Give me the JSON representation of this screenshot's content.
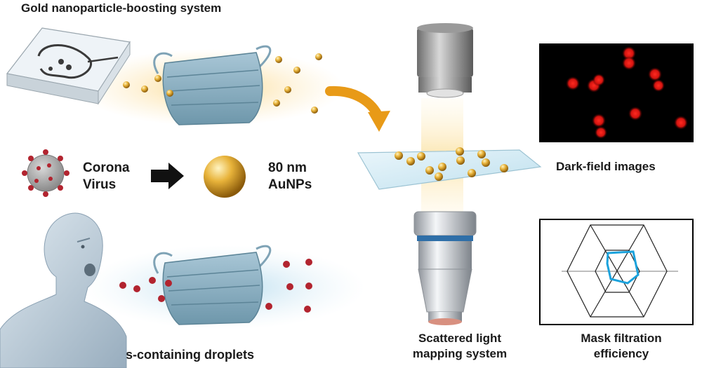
{
  "labels": {
    "top_title": "Gold nanoparticle-boosting system",
    "corona_line1": "Corona",
    "corona_line2": "Virus",
    "aunp_line1": "80 nm",
    "aunp_line2": "AuNPs",
    "droplets": "Corona virus-containing droplets",
    "scatter_line1": "Scattered light",
    "scatter_line2": "mapping system",
    "darkfield": "Dark-field images",
    "mask_line1": "Mask filtration",
    "mask_line2": "efficiency"
  },
  "icons": {
    "chip": "microfluidic-chip-icon",
    "mask": "face-mask-icon",
    "virus": "coronavirus-icon",
    "nanoparticle": "gold-nanoparticle-icon",
    "head": "human-head-icon",
    "objective": "microscope-objective-icon",
    "slide": "glass-slide-icon",
    "arrow_curved": "curved-arrow-icon",
    "arrow_right": "right-arrow-icon"
  },
  "colors": {
    "gold": "#e8b33a",
    "virus_red": "#b2242f",
    "mask_blue": "#8fb5c8",
    "arrow_orange": "#e89a17",
    "radar_blue": "#1aa2dc",
    "darkfield_red": "#e0191c"
  }
}
